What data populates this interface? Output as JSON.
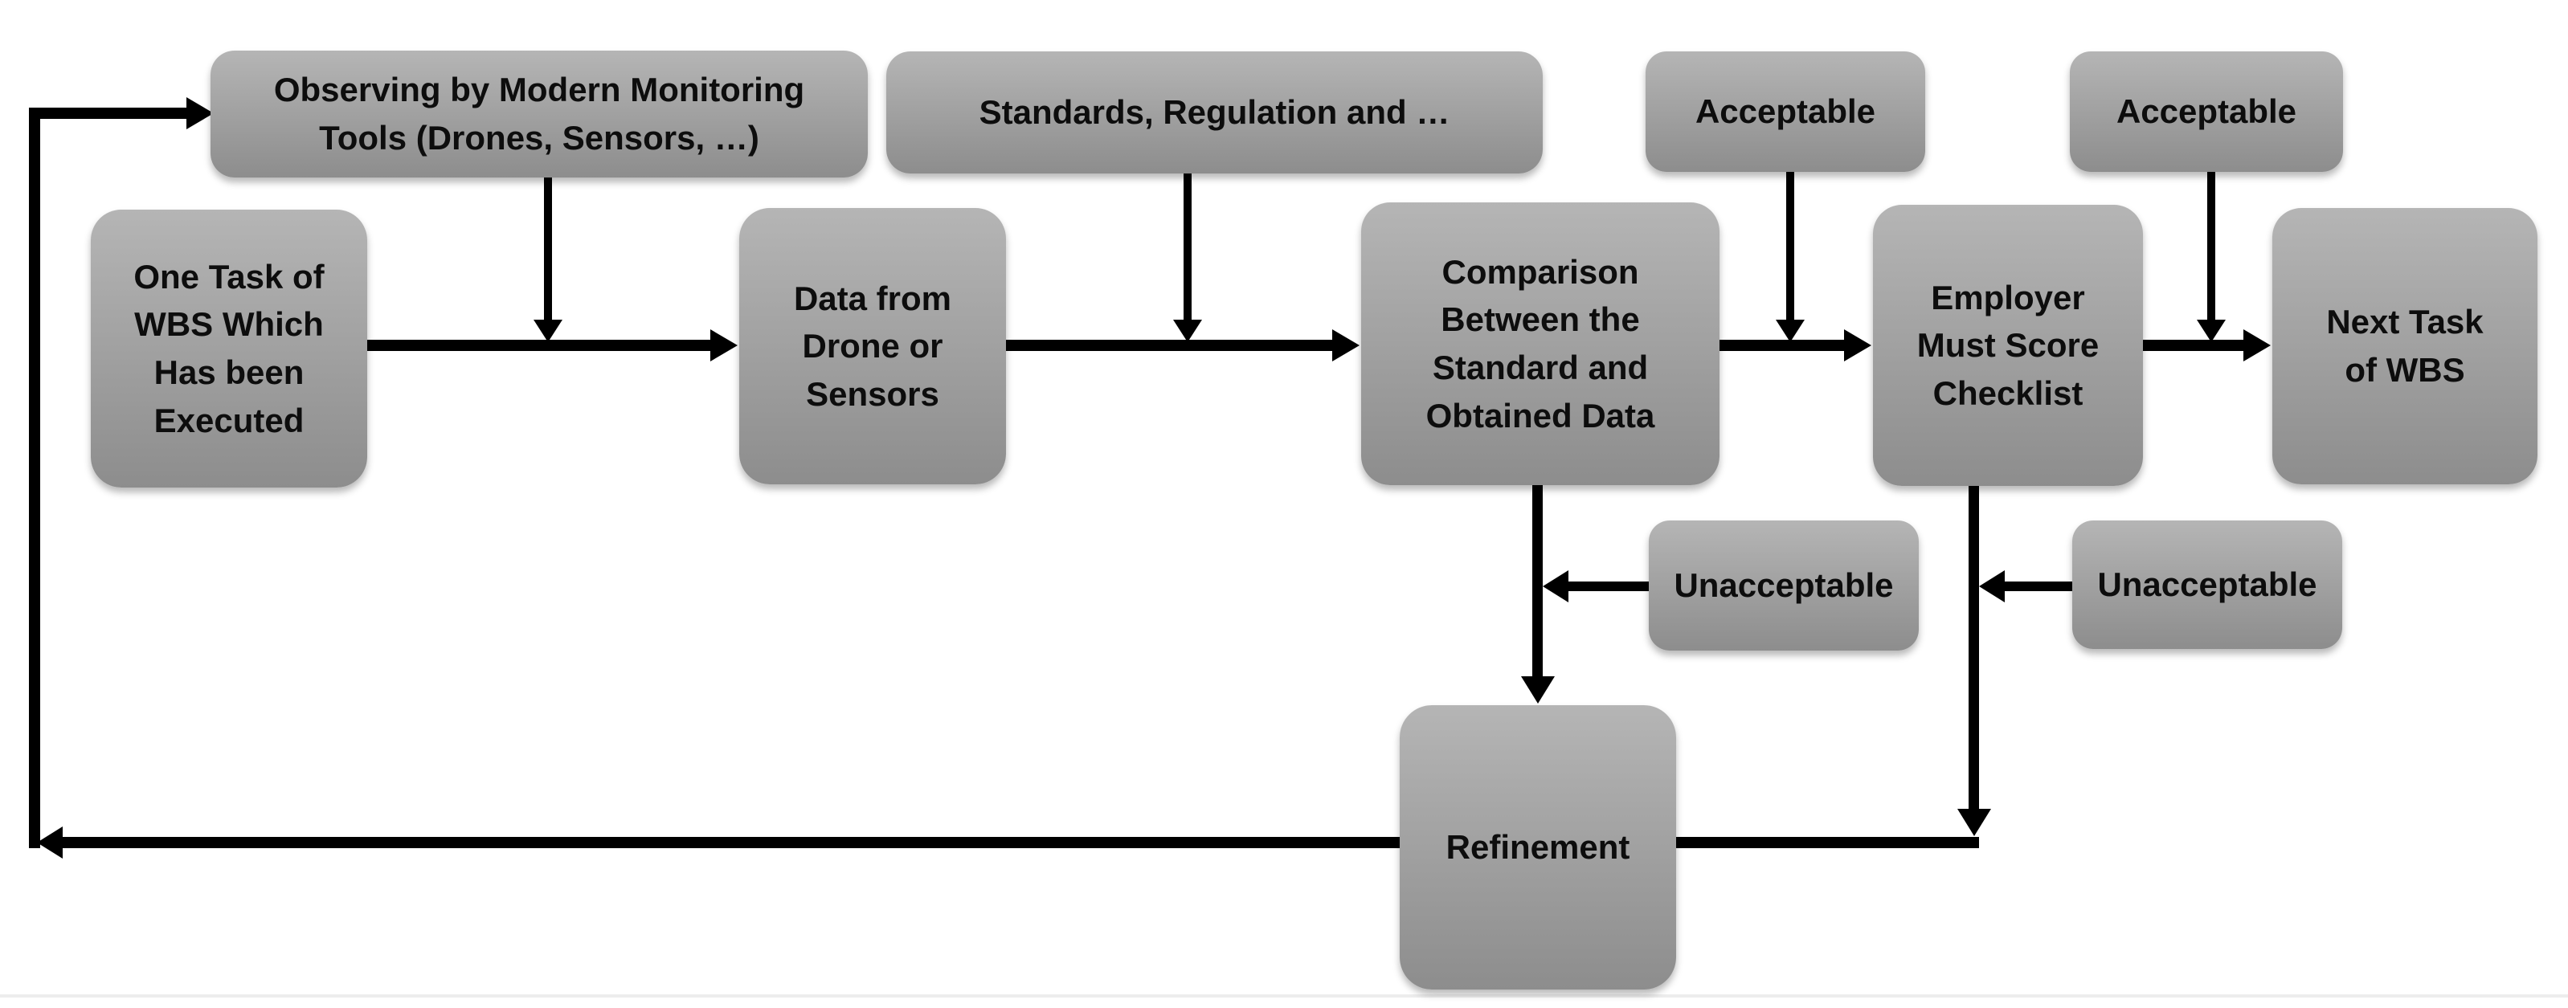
{
  "colors": {
    "box_fill_top": "#b5b5b5",
    "box_fill_bottom": "#8d8d8d",
    "line": "#000000",
    "text": "#0d0d0d",
    "baseline_rule": "#ededed",
    "page_bg": "#ffffff"
  },
  "nodes": {
    "observing": {
      "label": [
        "Observing by Modern Monitoring",
        "Tools (Drones, Sensors, …)"
      ]
    },
    "standards": {
      "label": [
        "Standards, Regulation and …"
      ]
    },
    "acceptable_top": {
      "label": [
        "Acceptable"
      ]
    },
    "acceptable_right": {
      "label": [
        "Acceptable"
      ]
    },
    "one_task": {
      "label": [
        "One Task of",
        "WBS Which",
        "Has been",
        "Executed"
      ]
    },
    "data_drone": {
      "label": [
        "Data from",
        "Drone or",
        "Sensors"
      ]
    },
    "comparison": {
      "label": [
        "Comparison",
        "Between the",
        "Standard and",
        "Obtained Data"
      ]
    },
    "employer": {
      "label": [
        "Employer",
        "Must Score",
        "Checklist"
      ]
    },
    "next_task": {
      "label": [
        "Next Task",
        "of WBS"
      ]
    },
    "unacceptable_left": {
      "label": [
        "Unacceptable"
      ]
    },
    "unacceptable_right": {
      "label": [
        "Unacceptable"
      ]
    },
    "refinement": {
      "label": [
        "Refinement"
      ]
    }
  },
  "edges": [
    {
      "from": "one_task",
      "to": "data_drone"
    },
    {
      "from": "data_drone",
      "to": "comparison"
    },
    {
      "from": "comparison",
      "to": "employer"
    },
    {
      "from": "employer",
      "to": "next_task"
    },
    {
      "from": "observing",
      "to": "one_task->data_drone"
    },
    {
      "from": "standards",
      "to": "data_drone->comparison"
    },
    {
      "from": "acceptable_top",
      "to": "comparison->employer"
    },
    {
      "from": "acceptable_right",
      "to": "employer->next_task"
    },
    {
      "from": "comparison",
      "to": "refinement"
    },
    {
      "from": "unacceptable_left",
      "to": "comparison->refinement"
    },
    {
      "from": "employer",
      "to": "refinement-return-line"
    },
    {
      "from": "unacceptable_right",
      "to": "employer->refinement-return-line"
    },
    {
      "from": "refinement",
      "to": "observing",
      "via": "left-loop"
    }
  ]
}
